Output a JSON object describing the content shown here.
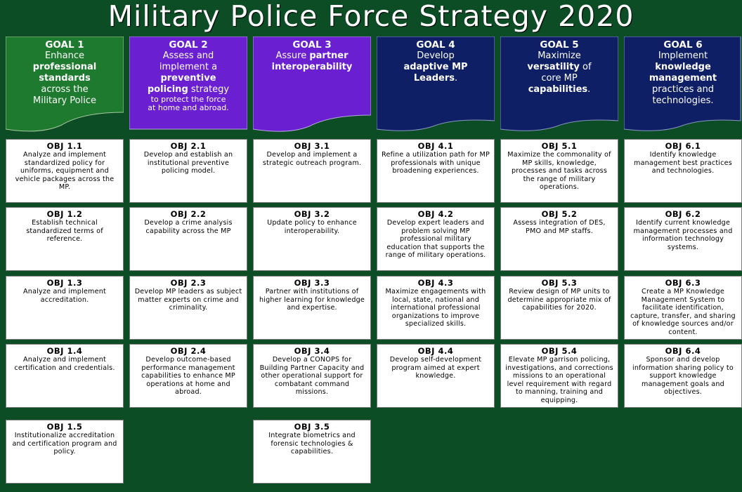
{
  "title": "Military Police Force Strategy 2020",
  "colors": {
    "background": "#0d4d26",
    "goal1": "#1e7a2e",
    "goal2": "#6a1fd1",
    "goal3": "#6a1fd1",
    "goal4": "#0e1f66",
    "goal5": "#0e1f66",
    "goal6": "#0e1f66"
  },
  "goals": [
    {
      "label": "GOAL 1",
      "l1": "Enhance",
      "l2": "professional",
      "l3": "standards",
      "l4": "across the",
      "l5": "Military Police",
      "objectives": [
        {
          "id": "OBJ 1.1",
          "text": "Analyze and implement standardized policy for uniforms, equipment and vehicle packages across the MP."
        },
        {
          "id": "OBJ 1.2",
          "text": "Establish technical standardized terms of reference."
        },
        {
          "id": "OBJ 1.3",
          "text": "Analyze and implement accreditation."
        },
        {
          "id": "OBJ 1.4",
          "text": "Analyze and implement certification and credentials."
        },
        {
          "id": "OBJ 1.5",
          "text": "Institutionalize accreditation and certification program and policy."
        }
      ]
    },
    {
      "label": "GOAL 2",
      "l1": "Assess and",
      "l2": "implement a",
      "l3": "preventive",
      "l4a": "policing",
      "l4b": " strategy",
      "l5": "to protect the force",
      "l6": "at home and abroad.",
      "objectives": [
        {
          "id": "OBJ 2.1",
          "text": "Develop and establish an institutional preventive policing model."
        },
        {
          "id": "OBJ 2.2",
          "text": "Develop a crime analysis capability across the MP"
        },
        {
          "id": "OBJ 2.3",
          "text": "Develop MP leaders as subject matter experts on crime and criminality."
        },
        {
          "id": "OBJ 2.4",
          "text": "Develop outcome-based performance management capabilities to enhance MP operations at home and abroad."
        }
      ]
    },
    {
      "label": "GOAL 3",
      "l1a": "Assure ",
      "l1b": "partner",
      "l2": "interoperability",
      "objectives": [
        {
          "id": "OBJ 3.1",
          "text": "Develop and implement a strategic outreach program."
        },
        {
          "id": "OBJ 3.2",
          "text": "Update policy to enhance interoperability."
        },
        {
          "id": "OBJ 3.3",
          "text": "Partner with institutions of higher learning for knowledge and expertise."
        },
        {
          "id": "OBJ 3.4",
          "text": "Develop a CONOPS for Building Partner Capacity and other operational support for combatant command missions."
        },
        {
          "id": "OBJ 3.5",
          "text": "Integrate biometrics and forensic technologies & capabilities."
        }
      ]
    },
    {
      "label": "GOAL 4",
      "l1": "Develop",
      "l2": "adaptive MP",
      "l3a": "Leaders",
      "l3b": ".",
      "objectives": [
        {
          "id": "OBJ 4.1",
          "text": "Refine a utilization path for MP professionals with unique broadening experiences."
        },
        {
          "id": "OBJ 4.2",
          "text": "Develop expert leaders and problem solving MP professional military education that supports the range of military operations."
        },
        {
          "id": "OBJ 4.3",
          "text": "Maximize engagements with local, state, national and international professional organizations to improve specialized skills."
        },
        {
          "id": "OBJ 4.4",
          "text": "Develop self-development program aimed at expert knowledge."
        }
      ]
    },
    {
      "label": "GOAL 5",
      "l1": "Maximize",
      "l2a": "versatility",
      "l2b": " of",
      "l3": "core MP",
      "l4a": "capabilities",
      "l4b": ".",
      "objectives": [
        {
          "id": "OBJ 5.1",
          "text": "Maximize the commonality of MP skills, knowledge, processes and tasks across the range of military operations."
        },
        {
          "id": "OBJ 5.2",
          "text": "Assess integration of DES, PMO and MP staffs."
        },
        {
          "id": "OBJ 5.3",
          "text": "Review design of MP units to determine appropriate mix of capabilities for 2020."
        },
        {
          "id": "OBJ 5.4",
          "text": "Elevate MP garrison policing, investigations, and corrections missions to an operational level requirement with regard to manning, training and equipping."
        }
      ]
    },
    {
      "label": "GOAL 6",
      "l1": "Implement",
      "l2": "knowledge",
      "l3": "management",
      "l4": "practices and",
      "l5": "technologies.",
      "objectives": [
        {
          "id": "OBJ 6.1",
          "text": "Identify knowledge management best practices and technologies."
        },
        {
          "id": "OBJ 6.2",
          "text": "Identify current knowledge management processes and information technology systems."
        },
        {
          "id": "OBJ 6.3",
          "text": "Create a MP Knowledge Management System to facilitate identification, capture, transfer, and sharing of knowledge sources and/or content."
        },
        {
          "id": "OBJ 6.4",
          "text": "Sponsor and develop information sharing policy to support knowledge management goals and objectives."
        }
      ]
    }
  ]
}
